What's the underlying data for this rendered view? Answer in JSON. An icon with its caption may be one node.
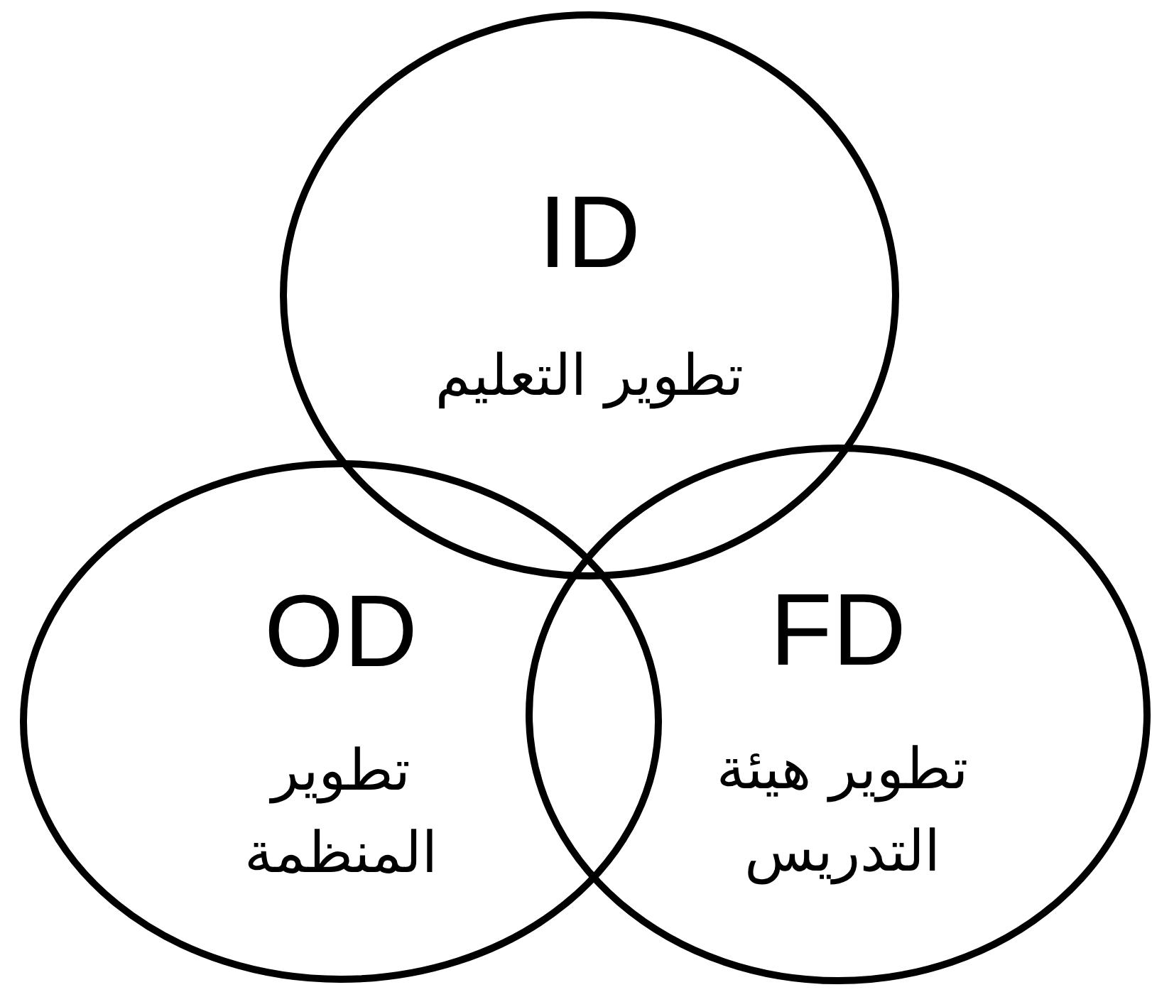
{
  "diagram": {
    "nodes": [
      {
        "text": [
          "ID",
          "تطوير التعليم"
        ]
      },
      {
        "text": [
          "OD",
          "تطوير المنظمة"
        ]
      },
      {
        "text": [
          "FD",
          "تطوير هيئة التدريس"
        ]
      }
    ]
  }
}
